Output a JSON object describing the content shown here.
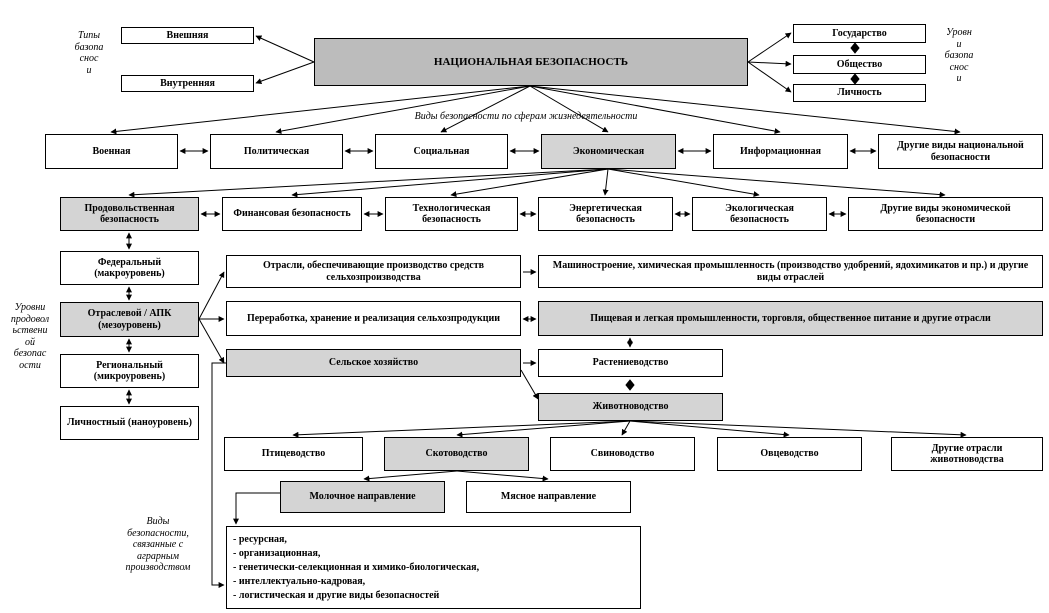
{
  "title": "НАЦИОНАЛЬНАЯ БЕЗОПАСНОСТЬ",
  "types": {
    "caption": "Типы\nбазопа\nснос\nи",
    "items": [
      "Внешняя",
      "Внутренняя"
    ]
  },
  "levels": {
    "caption": "Уровн\nи\nбазопа\nснос\nи",
    "items": [
      "Государство",
      "Общество",
      "Личность"
    ]
  },
  "spheres_caption": "Виды безопасности по сферам жизнедеятельности",
  "spheres": [
    "Военная",
    "Политическая",
    "Социальная",
    "Экономическая",
    "Информационная",
    "Другие виды национальной безопасности"
  ],
  "economic": [
    "Продовольственная безопасность",
    "Финансовая безопасность",
    "Технологическая безопасность",
    "Энергетическая безопасность",
    "Экологическая безопасность",
    "Другие виды экономической безопасности"
  ],
  "food_levels": {
    "caption": "Уровни\nпродовол\nьствени\nой\nбезопас\nости",
    "items": [
      "Федеральный (макроуровень)",
      "Отраслевой / АПК (мезоуровень)",
      "Региональный (микроуровень)",
      "Личностный (наноуровень)"
    ]
  },
  "apk": {
    "supply": "Отрасли, обеспечивающие производство средств сельхозпроизводства",
    "supply_detail": "Машиностроение, химическая промышленность (производство удобрений, ядохимикатов и пр.) и другие виды отраслей",
    "processing": "Переработка, хранение и реализация сельхозпродукции",
    "processing_detail": "Пищевая и легкая промышленности, торговля, общественное питание и другие отрасли",
    "agriculture": "Сельское хозяйство",
    "crop": "Растениеводство",
    "livestock": "Животноводство"
  },
  "livestock_branches": [
    "Птицеводство",
    "Скотоводство",
    "Свиноводство",
    "Овцеводство",
    "Другие отрасли животноводства"
  ],
  "cattle": [
    "Молочное направление",
    "Мясное направление"
  ],
  "agri_security": {
    "caption": "Виды\nбезопасности,\nсвязанные с\nаграрным\nпроизводством",
    "items": [
      "- ресурсная,",
      "- организационная,",
      "- генетически-селекционная и химико-биологическая,",
      "- интеллектуально-кадровая,",
      "- логистическая и другие виды безопасностей"
    ]
  }
}
